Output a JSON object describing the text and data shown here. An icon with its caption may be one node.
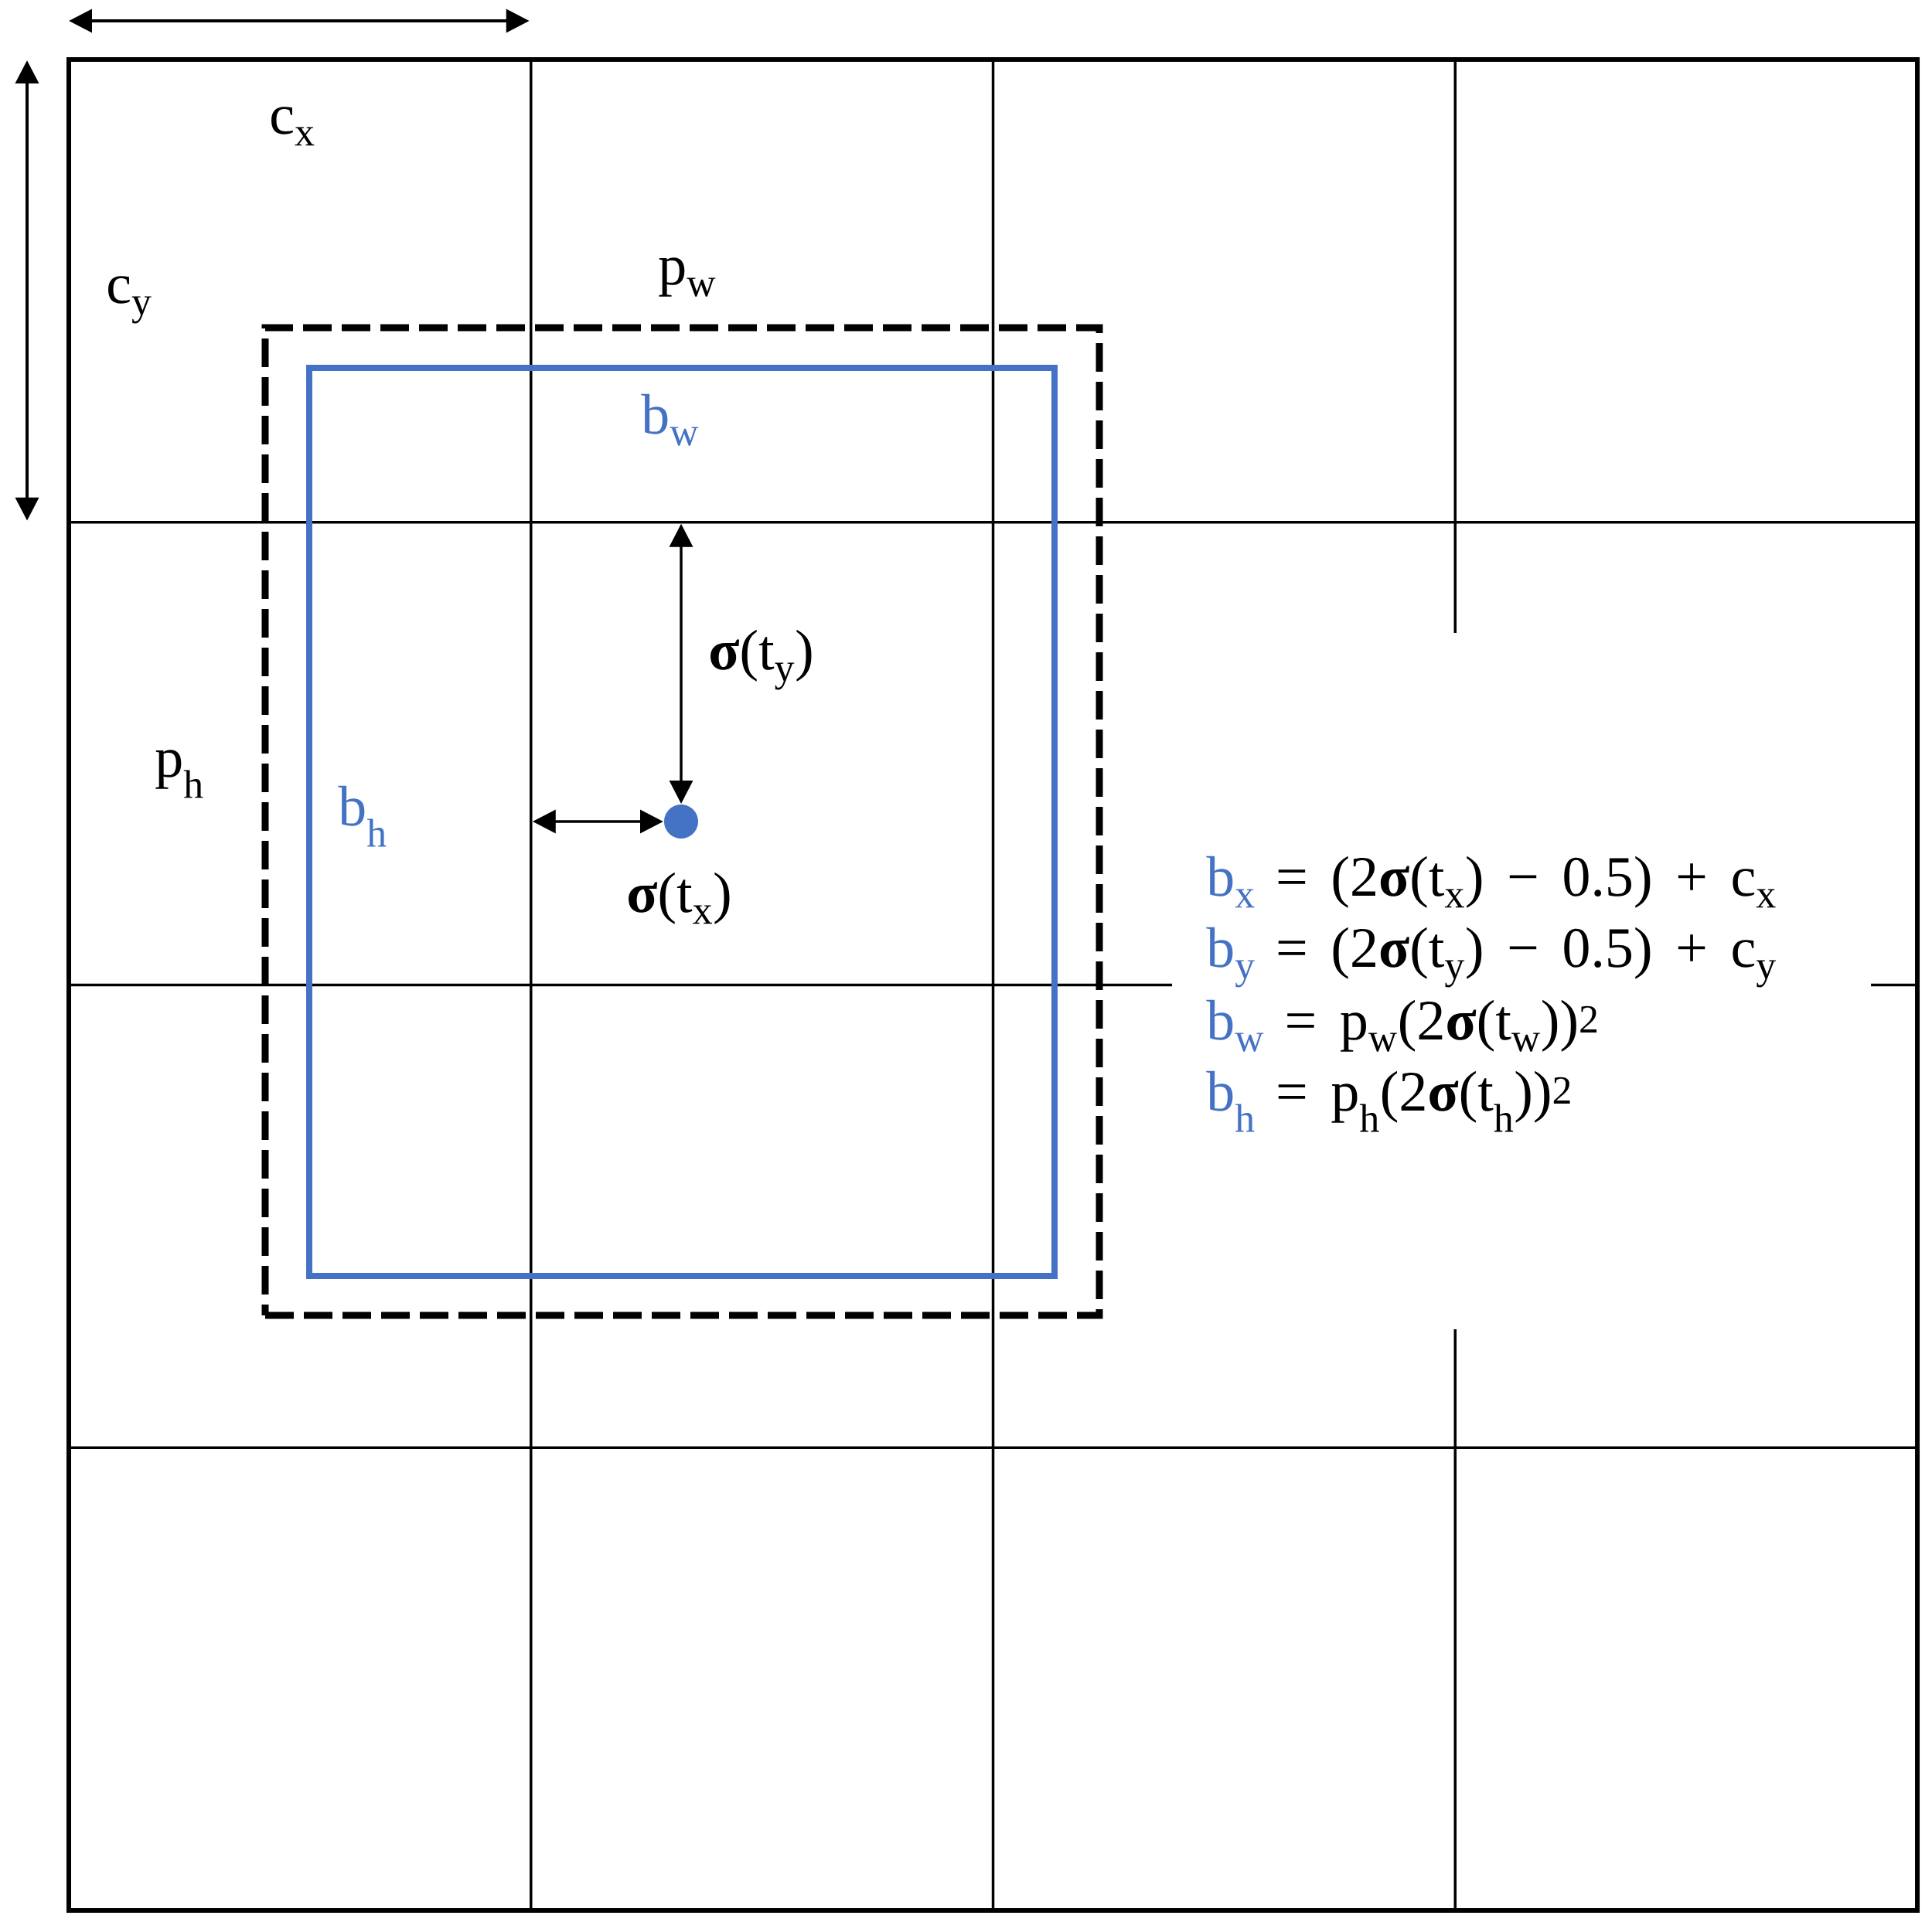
{
  "diagram": {
    "nodes": [
      {
        "text": [
          "p$_{w}$",
          "p$_{h}$"
        ]
      },
      {
        "text": [
          "b$_{w}$",
          "b$_{h}$"
        ],
        "in": 0
      }
    ],
    "labels": [
      "c$_{x}$",
      "c$_{y}$",
      "**σ**(t$_{y}$)",
      "**σ**(t$_{x}$)",
      "b$_{x}$",
      "= (2**σ**(t$_{x}$) − 0.5) + c$_{x}$",
      "b$_{y}$",
      "= (2**σ**(t$_{y}$) − 0.5) + c$_{y}$",
      "b$_{w}$",
      "= p$_{w}$(2**σ**(t$_{w}$))$^{2}$",
      "b$_{h}$",
      "= p$_{h}$(2**σ**(t$_{h}$))$^{2}$"
    ]
  }
}
